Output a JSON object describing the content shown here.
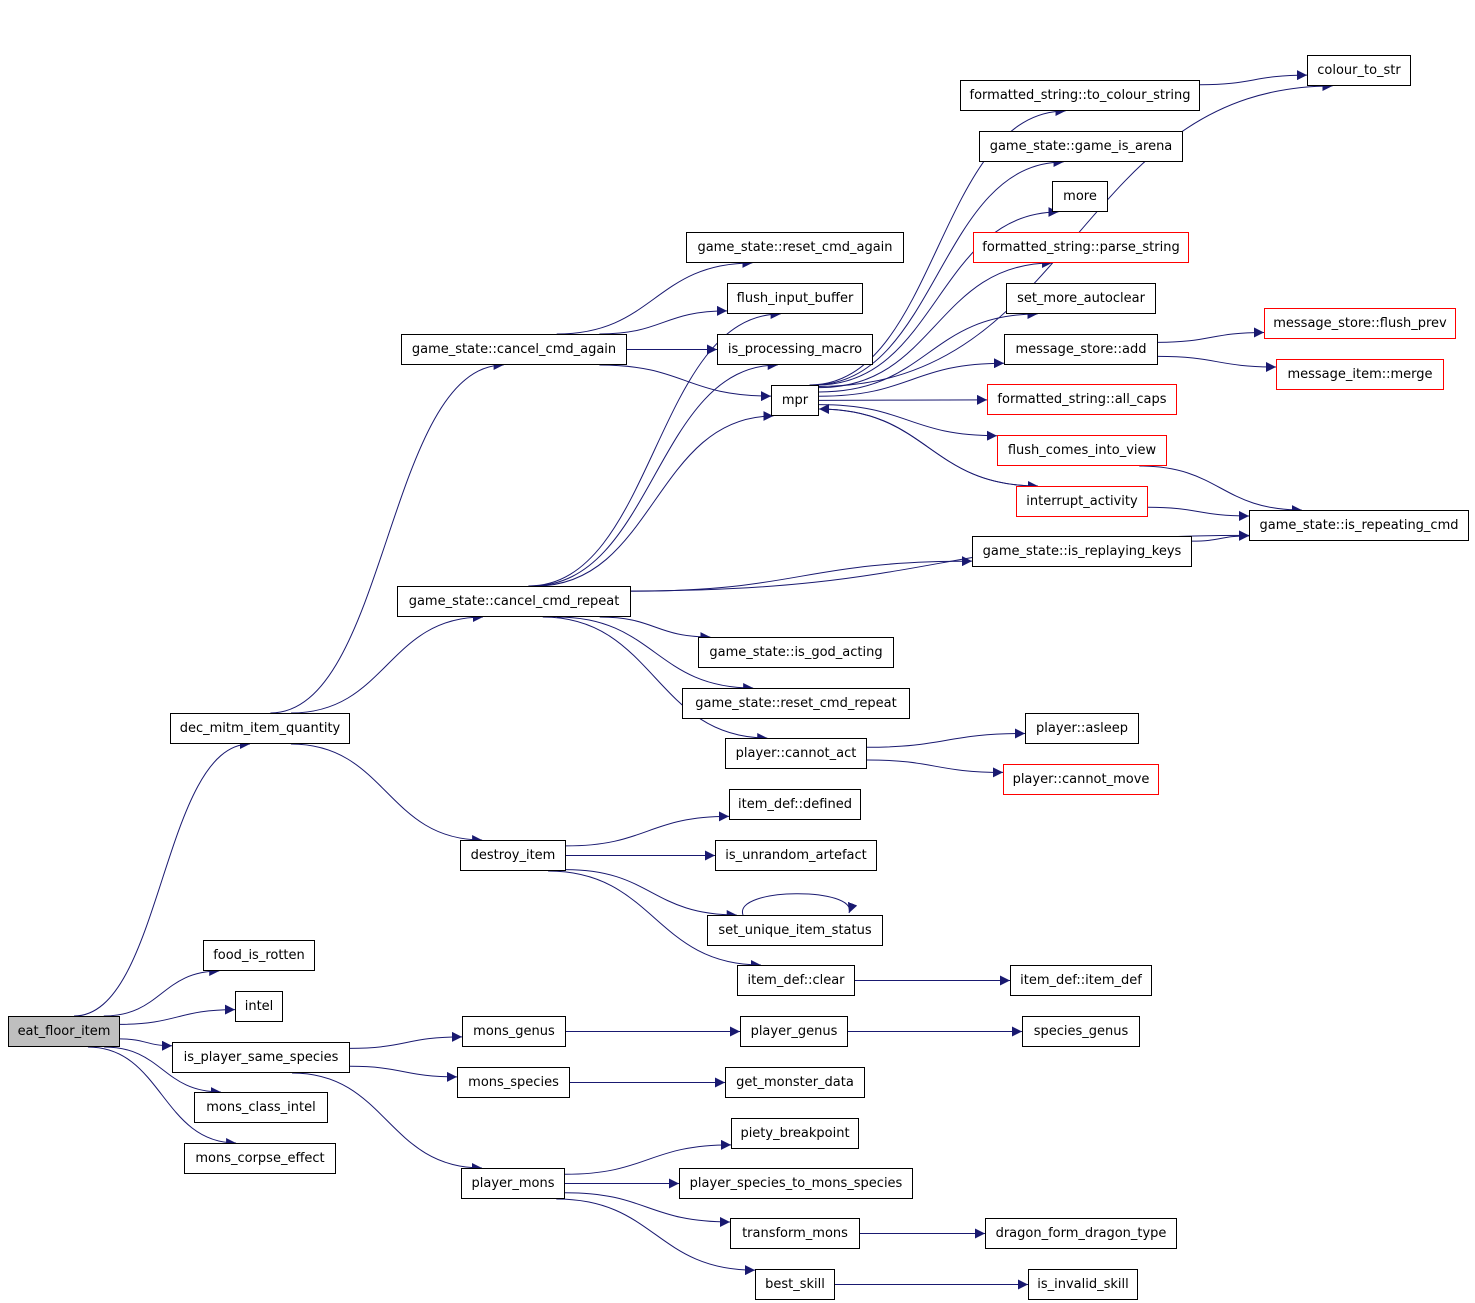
{
  "colors": {
    "edge": "#191970",
    "border": "#000000",
    "incomplete_border": "#ff0000",
    "root_fill": "#bfbfbf"
  },
  "root": "eat_floor_item",
  "nodes": [
    {
      "id": "eat_floor_item",
      "label": "eat_floor_item",
      "root": true
    },
    {
      "id": "food_is_rotten",
      "label": "food_is_rotten"
    },
    {
      "id": "intel",
      "label": "intel"
    },
    {
      "id": "is_player_same_species",
      "label": "is_player_same_species"
    },
    {
      "id": "mons_class_intel",
      "label": "mons_class_intel"
    },
    {
      "id": "mons_corpse_effect",
      "label": "mons_corpse_effect"
    },
    {
      "id": "dec_mitm_item_quantity",
      "label": "dec_mitm_item_quantity"
    },
    {
      "id": "game_state_cancel_cmd_again",
      "label": "game_state::cancel_cmd_again"
    },
    {
      "id": "game_state_cancel_cmd_repeat",
      "label": "game_state::cancel_cmd_repeat"
    },
    {
      "id": "destroy_item",
      "label": "destroy_item"
    },
    {
      "id": "mons_genus",
      "label": "mons_genus"
    },
    {
      "id": "mons_species",
      "label": "mons_species"
    },
    {
      "id": "player_mons",
      "label": "player_mons"
    },
    {
      "id": "game_state_reset_cmd_again",
      "label": "game_state::reset_cmd_again"
    },
    {
      "id": "flush_input_buffer",
      "label": "flush_input_buffer"
    },
    {
      "id": "is_processing_macro",
      "label": "is_processing_macro"
    },
    {
      "id": "mpr",
      "label": "mpr"
    },
    {
      "id": "game_state_is_god_acting",
      "label": "game_state::is_god_acting"
    },
    {
      "id": "game_state_reset_cmd_repeat",
      "label": "game_state::reset_cmd_repeat"
    },
    {
      "id": "player_cannot_act",
      "label": "player::cannot_act"
    },
    {
      "id": "item_def_defined",
      "label": "item_def::defined"
    },
    {
      "id": "is_unrandom_artefact",
      "label": "is_unrandom_artefact"
    },
    {
      "id": "set_unique_item_status",
      "label": "set_unique_item_status"
    },
    {
      "id": "item_def_clear",
      "label": "item_def::clear"
    },
    {
      "id": "player_genus",
      "label": "player_genus"
    },
    {
      "id": "get_monster_data",
      "label": "get_monster_data"
    },
    {
      "id": "piety_breakpoint",
      "label": "piety_breakpoint"
    },
    {
      "id": "player_species_to_mons_species",
      "label": "player_species_to_mons_species"
    },
    {
      "id": "transform_mons",
      "label": "transform_mons"
    },
    {
      "id": "best_skill",
      "label": "best_skill"
    },
    {
      "id": "formatted_string_to_colour_string",
      "label": "formatted_string::to_colour_string"
    },
    {
      "id": "game_state_game_is_arena",
      "label": "game_state::game_is_arena"
    },
    {
      "id": "more",
      "label": "more"
    },
    {
      "id": "formatted_string_parse_string",
      "label": "formatted_string::parse_string",
      "incomplete": true
    },
    {
      "id": "set_more_autoclear",
      "label": "set_more_autoclear"
    },
    {
      "id": "message_store_add",
      "label": "message_store::add"
    },
    {
      "id": "formatted_string_all_caps",
      "label": "formatted_string::all_caps",
      "incomplete": true
    },
    {
      "id": "flush_comes_into_view",
      "label": "flush_comes_into_view",
      "incomplete": true
    },
    {
      "id": "interrupt_activity",
      "label": "interrupt_activity",
      "incomplete": true
    },
    {
      "id": "game_state_is_replaying_keys",
      "label": "game_state::is_replaying_keys"
    },
    {
      "id": "player_asleep",
      "label": "player::asleep"
    },
    {
      "id": "player_cannot_move",
      "label": "player::cannot_move",
      "incomplete": true
    },
    {
      "id": "item_def_item_def",
      "label": "item_def::item_def"
    },
    {
      "id": "species_genus",
      "label": "species_genus"
    },
    {
      "id": "dragon_form_dragon_type",
      "label": "dragon_form_dragon_type"
    },
    {
      "id": "is_invalid_skill",
      "label": "is_invalid_skill"
    },
    {
      "id": "colour_to_str",
      "label": "colour_to_str"
    },
    {
      "id": "message_store_flush_prev",
      "label": "message_store::flush_prev",
      "incomplete": true
    },
    {
      "id": "message_item_merge",
      "label": "message_item::merge",
      "incomplete": true
    },
    {
      "id": "game_state_is_repeating_cmd",
      "label": "game_state::is_repeating_cmd"
    }
  ],
  "edges": [
    [
      "eat_floor_item",
      "dec_mitm_item_quantity"
    ],
    [
      "eat_floor_item",
      "food_is_rotten"
    ],
    [
      "eat_floor_item",
      "intel"
    ],
    [
      "eat_floor_item",
      "is_player_same_species"
    ],
    [
      "eat_floor_item",
      "mons_class_intel"
    ],
    [
      "eat_floor_item",
      "mons_corpse_effect"
    ],
    [
      "dec_mitm_item_quantity",
      "game_state_cancel_cmd_again"
    ],
    [
      "dec_mitm_item_quantity",
      "game_state_cancel_cmd_repeat"
    ],
    [
      "dec_mitm_item_quantity",
      "destroy_item"
    ],
    [
      "game_state_cancel_cmd_again",
      "game_state_reset_cmd_again"
    ],
    [
      "game_state_cancel_cmd_again",
      "flush_input_buffer"
    ],
    [
      "game_state_cancel_cmd_again",
      "is_processing_macro"
    ],
    [
      "game_state_cancel_cmd_again",
      "mpr"
    ],
    [
      "game_state_cancel_cmd_repeat",
      "flush_input_buffer"
    ],
    [
      "game_state_cancel_cmd_repeat",
      "is_processing_macro"
    ],
    [
      "game_state_cancel_cmd_repeat",
      "mpr"
    ],
    [
      "game_state_cancel_cmd_repeat",
      "game_state_is_replaying_keys"
    ],
    [
      "game_state_cancel_cmd_repeat",
      "game_state_is_repeating_cmd"
    ],
    [
      "game_state_cancel_cmd_repeat",
      "game_state_is_god_acting"
    ],
    [
      "game_state_cancel_cmd_repeat",
      "game_state_reset_cmd_repeat"
    ],
    [
      "game_state_cancel_cmd_repeat",
      "player_cannot_act"
    ],
    [
      "mpr",
      "formatted_string_to_colour_string"
    ],
    [
      "mpr",
      "game_state_game_is_arena"
    ],
    [
      "mpr",
      "more"
    ],
    [
      "mpr",
      "formatted_string_parse_string"
    ],
    [
      "mpr",
      "set_more_autoclear"
    ],
    [
      "mpr",
      "message_store_add"
    ],
    [
      "mpr",
      "formatted_string_all_caps"
    ],
    [
      "mpr",
      "flush_comes_into_view"
    ],
    [
      "mpr",
      "interrupt_activity"
    ],
    [
      "mpr",
      "colour_to_str"
    ],
    [
      "interrupt_activity",
      "mpr"
    ],
    [
      "interrupt_activity",
      "game_state_is_repeating_cmd"
    ],
    [
      "flush_comes_into_view",
      "game_state_is_repeating_cmd"
    ],
    [
      "formatted_string_to_colour_string",
      "colour_to_str"
    ],
    [
      "message_store_add",
      "message_store_flush_prev"
    ],
    [
      "message_store_add",
      "message_item_merge"
    ],
    [
      "game_state_is_replaying_keys",
      "game_state_is_repeating_cmd"
    ],
    [
      "player_cannot_act",
      "player_asleep"
    ],
    [
      "player_cannot_act",
      "player_cannot_move"
    ],
    [
      "destroy_item",
      "item_def_defined"
    ],
    [
      "destroy_item",
      "is_unrandom_artefact"
    ],
    [
      "destroy_item",
      "set_unique_item_status"
    ],
    [
      "destroy_item",
      "item_def_clear"
    ],
    [
      "set_unique_item_status",
      "set_unique_item_status"
    ],
    [
      "item_def_clear",
      "item_def_item_def"
    ],
    [
      "is_player_same_species",
      "mons_genus"
    ],
    [
      "is_player_same_species",
      "mons_species"
    ],
    [
      "is_player_same_species",
      "player_mons"
    ],
    [
      "mons_genus",
      "player_genus"
    ],
    [
      "player_genus",
      "species_genus"
    ],
    [
      "mons_species",
      "get_monster_data"
    ],
    [
      "player_mons",
      "piety_breakpoint"
    ],
    [
      "player_mons",
      "player_species_to_mons_species"
    ],
    [
      "player_mons",
      "transform_mons"
    ],
    [
      "player_mons",
      "best_skill"
    ],
    [
      "transform_mons",
      "dragon_form_dragon_type"
    ],
    [
      "best_skill",
      "is_invalid_skill"
    ]
  ]
}
